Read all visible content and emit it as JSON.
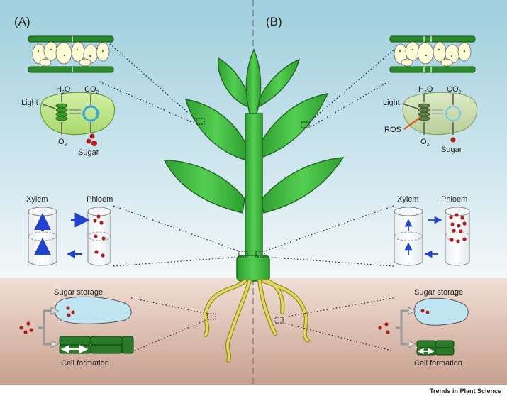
{
  "panels": {
    "a": "(A)",
    "b": "(B)"
  },
  "chloroplast": {
    "light": "Light",
    "h2o": "H",
    "h2o_sub": "2",
    "h2o_end": "O",
    "co2": "CO",
    "co2_sub": "2",
    "o2": "O",
    "o2_sub": "2",
    "sugar": "Sugar",
    "ros": "ROS"
  },
  "transport": {
    "xylem": "Xylem",
    "phloem": "Phloem"
  },
  "roots": {
    "sugar_storage": "Sugar storage",
    "cell_formation": "Cell formation"
  },
  "footer": {
    "journal": "Trends in Plant Science"
  },
  "colors": {
    "sky_top": "#a8d4e0",
    "sky_bottom": "#eef5f7",
    "soil_top": "#ecd6cb",
    "soil_bottom": "#c9a190",
    "plant_green": "#3fba3f",
    "dark_green": "#2a7a2a",
    "root_yellow": "#d8cc52",
    "arrow_blue": "#2244cc",
    "sugar_red": "#b01c1c",
    "ros_orange": "#d2691e"
  }
}
